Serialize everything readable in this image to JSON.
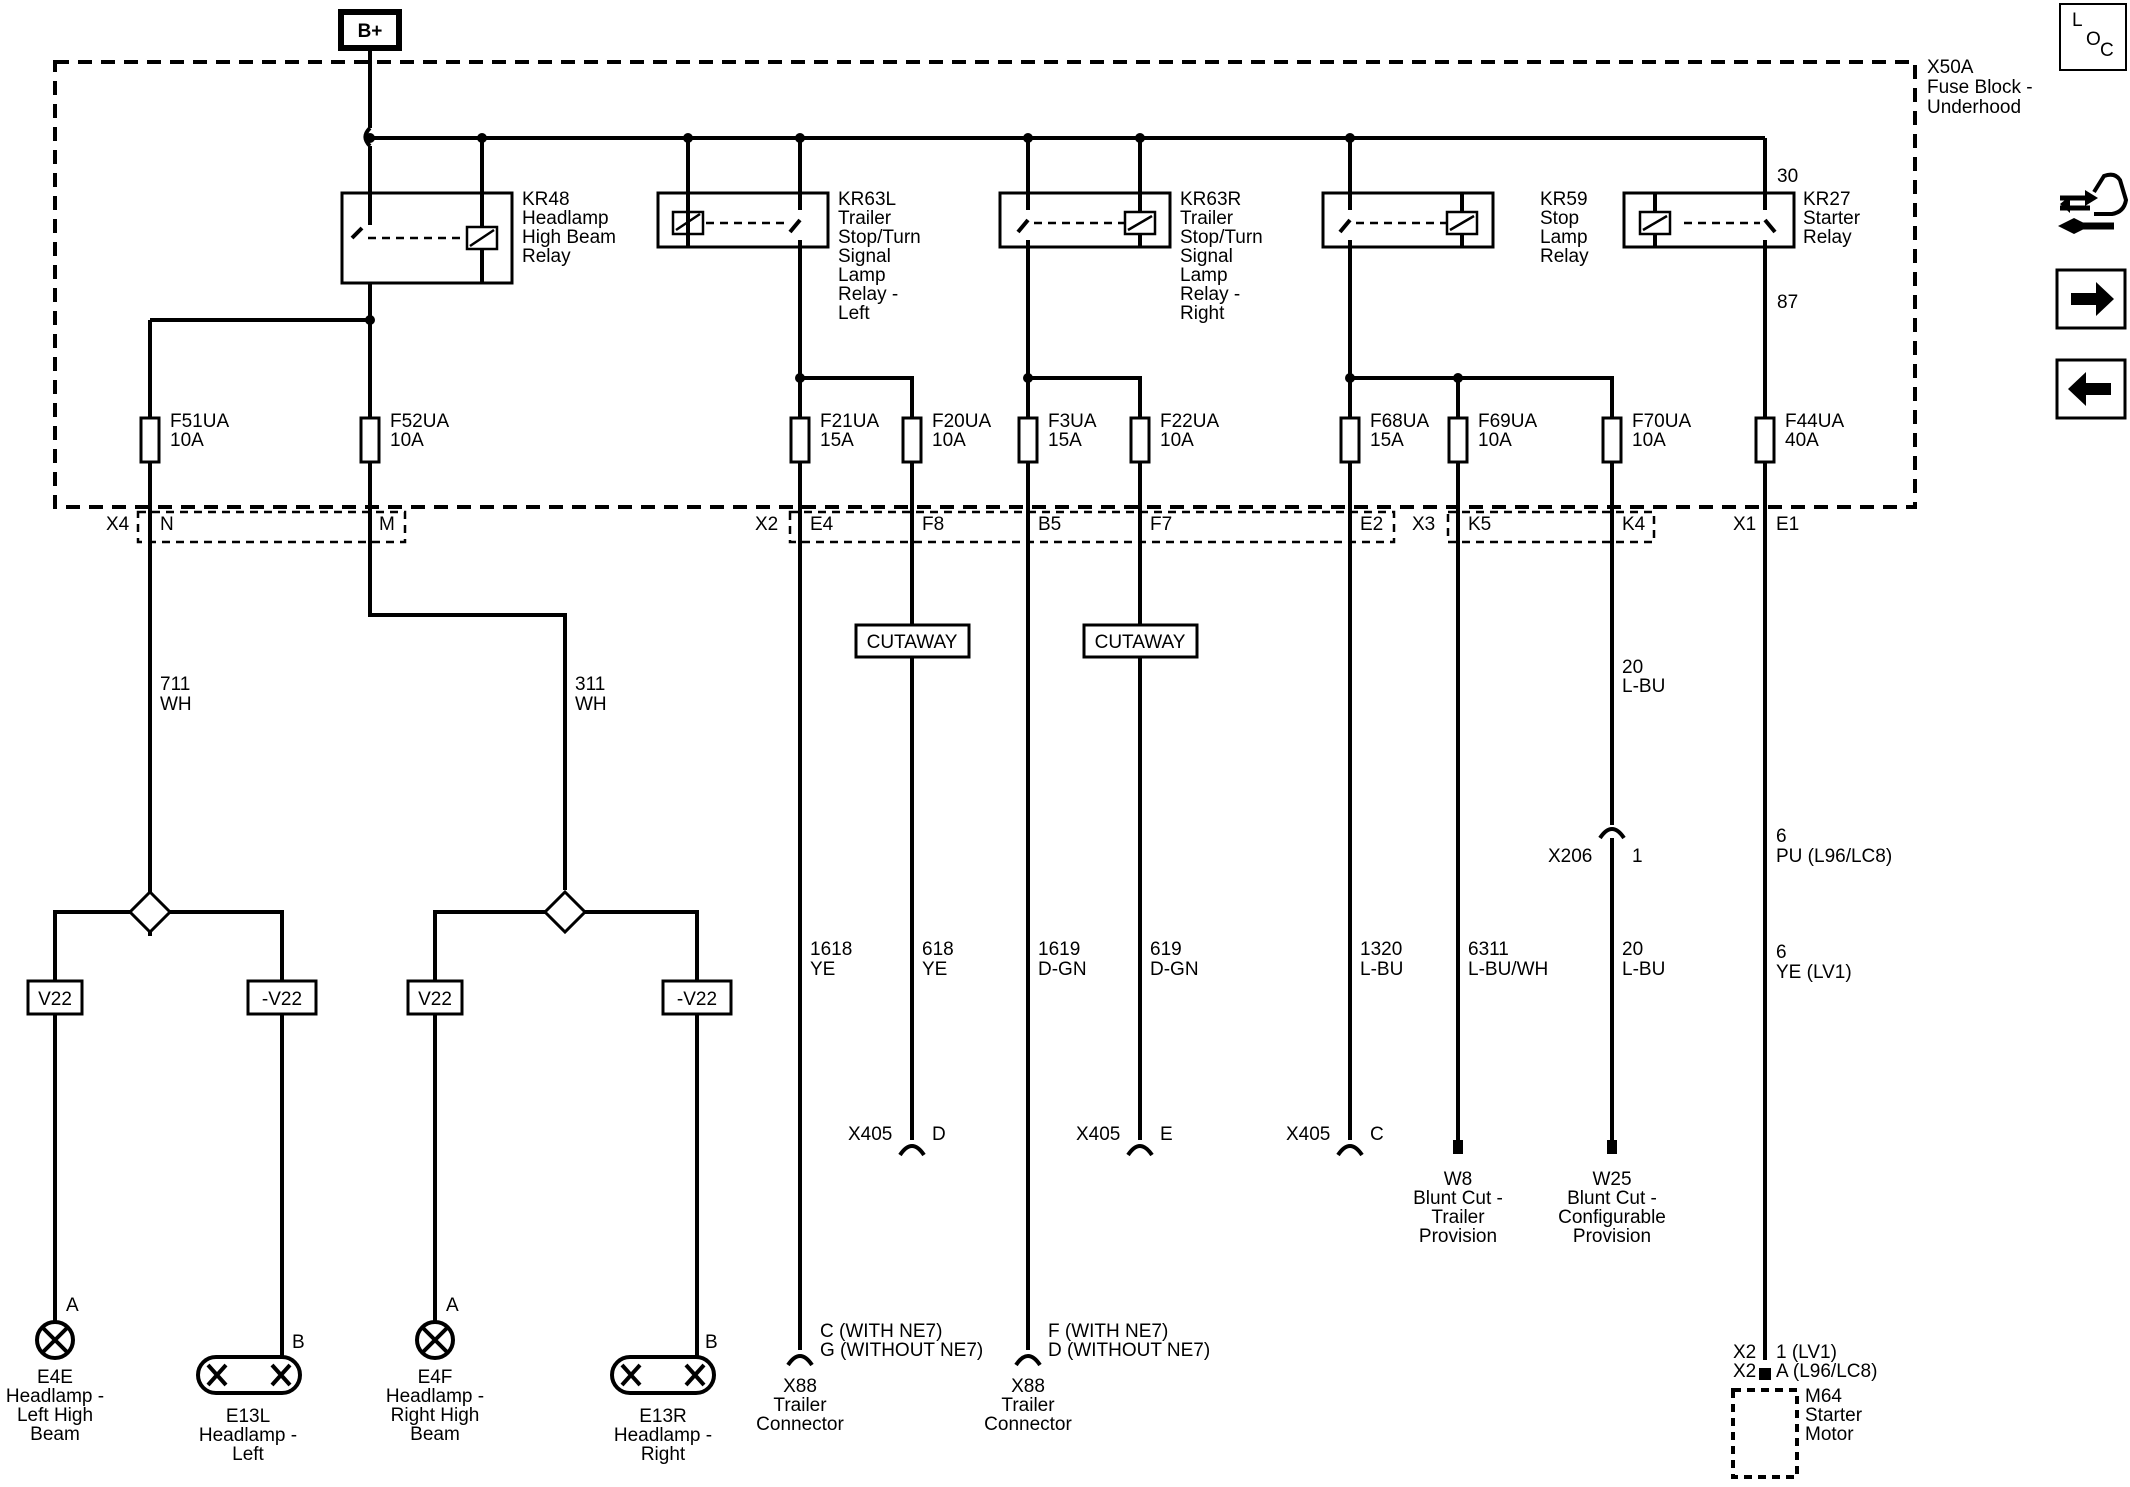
{
  "power": {
    "bplus": "B+"
  },
  "fuse_block": {
    "name": "X50A",
    "desc1": "Fuse Block -",
    "desc2": "Underhood"
  },
  "relays": [
    {
      "id": "KR48",
      "lines": [
        "Headlamp",
        "High Beam",
        "Relay"
      ]
    },
    {
      "id": "KR63L",
      "lines": [
        "Trailer",
        "Stop/Turn",
        "Signal",
        "Lamp",
        "Relay -",
        "Left"
      ]
    },
    {
      "id": "KR63R",
      "lines": [
        "Trailer",
        "Stop/Turn",
        "Signal",
        "Lamp",
        "Relay -",
        "Right"
      ]
    },
    {
      "id": "KR59",
      "lines": [
        "Stop",
        "Lamp",
        "Relay"
      ]
    },
    {
      "id": "KR27",
      "lines": [
        "Starter",
        "Relay"
      ],
      "pin_in": "30",
      "pin_out": "87"
    }
  ],
  "fuses": [
    {
      "id": "F51UA",
      "rating": "10A"
    },
    {
      "id": "F52UA",
      "rating": "10A"
    },
    {
      "id": "F21UA",
      "rating": "15A"
    },
    {
      "id": "F20UA",
      "rating": "10A"
    },
    {
      "id": "F3UA",
      "rating": "15A"
    },
    {
      "id": "F22UA",
      "rating": "10A"
    },
    {
      "id": "F68UA",
      "rating": "15A"
    },
    {
      "id": "F69UA",
      "rating": "10A"
    },
    {
      "id": "F70UA",
      "rating": "10A"
    },
    {
      "id": "F44UA",
      "rating": "40A"
    }
  ],
  "connectors": {
    "x4": "X4",
    "x4_n": "N",
    "x4_m": "M",
    "x2": "X2",
    "x2_e4": "E4",
    "x2_f8": "F8",
    "x2_b5": "B5",
    "x2_f7": "F7",
    "x2_e2": "E2",
    "x3": "X3",
    "x3_k5": "K5",
    "x3_k4": "K4",
    "x1": "X1",
    "x1_e1": "E1"
  },
  "cutaway": "CUTAWAY",
  "wires": {
    "w711": [
      "711",
      "WH"
    ],
    "w311": [
      "311",
      "WH"
    ],
    "w1618": [
      "1618",
      "YE"
    ],
    "w618": [
      "618",
      "YE"
    ],
    "w1619": [
      "1619",
      "D-GN"
    ],
    "w619": [
      "619",
      "D-GN"
    ],
    "w1320": [
      "1320",
      "L-BU"
    ],
    "w6311": [
      "6311",
      "L-BU/WH"
    ],
    "w20a": [
      "20",
      "L-BU"
    ],
    "w20b": [
      "20",
      "L-BU"
    ],
    "w6a": [
      "6",
      "PU (L96/LC8)"
    ],
    "w6b": [
      "6",
      "YE (LV1)"
    ]
  },
  "options": {
    "v22": "V22",
    "nv22": "-V22"
  },
  "x206": {
    "name": "X206",
    "pin": "1"
  },
  "x405": {
    "name": "X405",
    "d": "D",
    "e": "E",
    "c": "C"
  },
  "x88": {
    "left_pins": [
      "C (WITH NE7)",
      "G (WITHOUT NE7)"
    ],
    "right_pins": [
      "F (WITH NE7)",
      "D (WITHOUT NE7)"
    ],
    "name": "X88",
    "desc": [
      "Trailer",
      "Connector"
    ]
  },
  "loads": [
    {
      "id": "E4E",
      "lines": [
        "Headlamp -",
        "Left High",
        "Beam"
      ],
      "pin": "A"
    },
    {
      "id": "E13L",
      "lines": [
        "Headlamp -",
        "Left"
      ],
      "pin": "B"
    },
    {
      "id": "E4F",
      "lines": [
        "Headlamp -",
        "Right High",
        "Beam"
      ],
      "pin": "A"
    },
    {
      "id": "E13R",
      "lines": [
        "Headlamp -",
        "Right"
      ],
      "pin": "B"
    }
  ],
  "blunt_cuts": [
    {
      "id": "W8",
      "lines": [
        "Blunt Cut -",
        "Trailer",
        "Provision"
      ]
    },
    {
      "id": "W25",
      "lines": [
        "Blunt Cut -",
        "Configurable",
        "Provision"
      ]
    }
  ],
  "starter": {
    "pins": [
      [
        "X2",
        "1 (LV1)"
      ],
      [
        "X2",
        "A (L96/LC8)"
      ]
    ],
    "id": "M64",
    "lines": [
      "Starter",
      "Motor"
    ]
  },
  "loc": {
    "l": "L",
    "o": "O",
    "c": "C"
  }
}
